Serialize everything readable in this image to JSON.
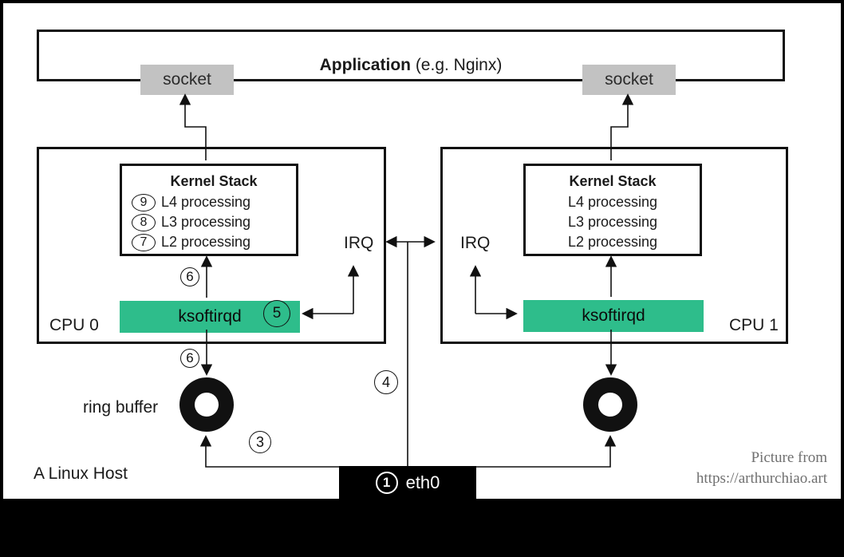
{
  "host_label": "A Linux Host",
  "application": {
    "title": "Application",
    "subtitle": " (e.g. Nginx)"
  },
  "socket_left": "socket",
  "socket_right": "socket",
  "cpu0": {
    "label": "CPU 0",
    "irq_label": "IRQ",
    "ksoftirqd_label": "ksoftirqd",
    "kernel_stack": {
      "title": "Kernel Stack",
      "layers": [
        {
          "step": "9",
          "label": "L4 processing"
        },
        {
          "step": "8",
          "label": "L3 processing"
        },
        {
          "step": "7",
          "label": "L2 processing"
        }
      ]
    }
  },
  "cpu1": {
    "label": "CPU 1",
    "irq_label": "IRQ",
    "ksoftirqd_label": "ksoftirqd",
    "kernel_stack": {
      "title": "Kernel Stack",
      "layers": [
        {
          "label": "L4 processing"
        },
        {
          "label": "L3 processing"
        },
        {
          "label": "L2 processing"
        }
      ]
    }
  },
  "ring_buffer_label": "ring buffer",
  "nic": {
    "step": "1",
    "label": "eth0"
  },
  "badges": {
    "three": "3",
    "four": "4",
    "five": "5",
    "six_upper": "6",
    "six_lower": "6"
  },
  "attribution": {
    "line1": "Picture from",
    "line2": "https://arthurchiao.art"
  },
  "colors": {
    "ksoftirqd_green": "#2ebd8b",
    "socket_gray": "#c2c2c2",
    "line_black": "#111111",
    "attribution_gray": "#6f6f6f"
  }
}
